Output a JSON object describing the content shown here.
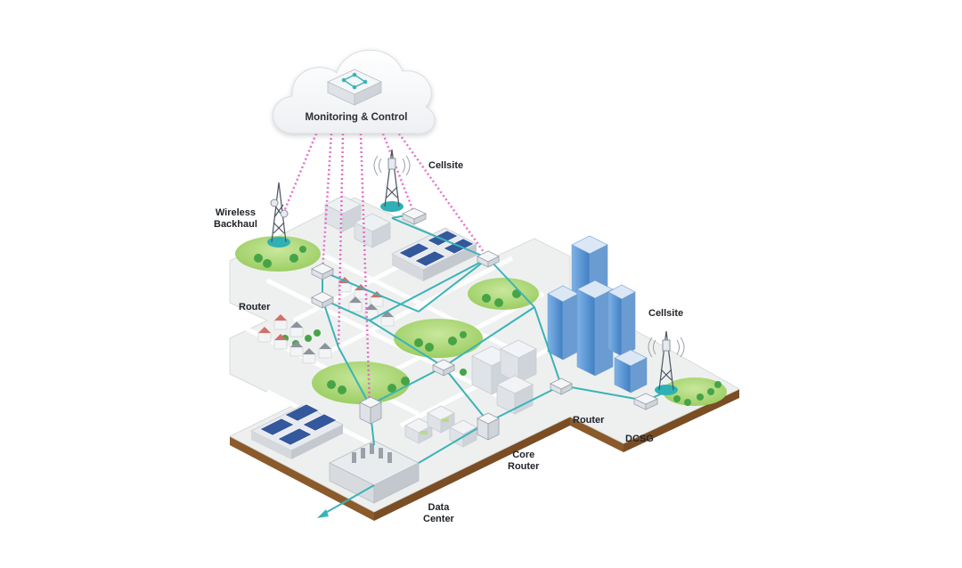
{
  "cloud": {
    "title": "Monitoring & Control"
  },
  "labels": {
    "cellsite_top": "Cellsite",
    "wireless_backhaul_line1": "Wireless",
    "wireless_backhaul_line2": "Backhaul",
    "router_left": "Router",
    "cellsite_right": "Cellsite",
    "router_right": "Router",
    "dcsg": "DCSG",
    "core_router_line1": "Core",
    "core_router_line2": "Router",
    "data_center_line1": "Data",
    "data_center_line2": "Center"
  },
  "colors": {
    "network_link": "#3bb3b7",
    "monitoring_link": "#e05bbf",
    "grass": "#a6d36b",
    "tree": "#46a447",
    "ground_edge": "#8b5a2b",
    "tile": "#eef0ef",
    "building": "#e8ecef",
    "tower_base": "#2fb0b5"
  },
  "icons": [
    "cloud-icon",
    "controller-device-icon",
    "tower-icon",
    "router-icon",
    "dcsg-icon",
    "data-center-icon",
    "office-tower-icon",
    "house-icon",
    "factory-icon",
    "tree-icon"
  ]
}
